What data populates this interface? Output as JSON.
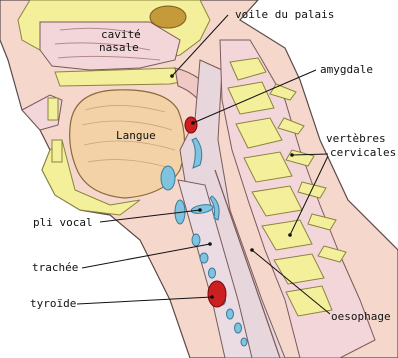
{
  "labels": {
    "nasal_cavity_line1": "cavité",
    "nasal_cavity_line2": "nasale",
    "soft_palate": "voile du palais",
    "tonsil": "amygdale",
    "tongue": "Langue",
    "vertebrae_line1": "vertèbres",
    "vertebrae_line2": "cervicales",
    "vocal_cord": "pli vocal",
    "trachea": "trachée",
    "thyroid": "tyroïde",
    "esophagus": "oesophage"
  },
  "colors": {
    "skin": "#f6d7cc",
    "skin_outline": "#5a4a4a",
    "bone": "#f3ef9a",
    "bone_outline": "#8a8440",
    "tongue": "#f2d2a6",
    "soft_tissue": "#f0c8c4",
    "airway": "#e7d6dc",
    "cartilage": "#7fc3df",
    "tonsil": "#cc1f1f",
    "thyroid": "#cc1f1f",
    "sinus": "#c59a3b"
  }
}
